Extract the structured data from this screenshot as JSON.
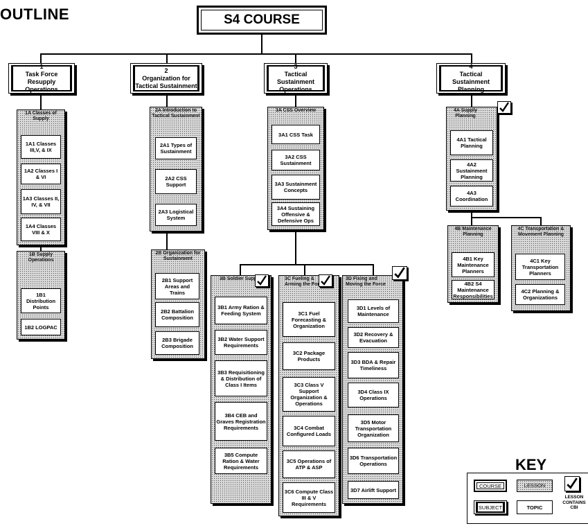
{
  "title": "OUTLINE",
  "course": "S4 COURSE",
  "subjects": [
    {
      "num": "1",
      "name": "Task Force Resupply Operations"
    },
    {
      "num": "2",
      "name": "Organization for Tactical Sustainment"
    },
    {
      "num": "3",
      "name": "Tactical Sustainment Operations"
    },
    {
      "num": "4",
      "name": "Tactical Sustainment Planning"
    }
  ],
  "lessons": {
    "1A": {
      "label": "1A Classes of Supply",
      "topics": [
        "1A1 Classes III,V, & IX",
        "1A2 Classes I & VI",
        "1A3 Classes II, IV, & VII",
        "1A4 Classes VIII & X"
      ]
    },
    "1B": {
      "label": "1B Supply Operations",
      "topics": [
        "1B1 Distribution Points",
        "1B2 LOGPAC"
      ]
    },
    "2A": {
      "label": "2A Introduction to Tactical Sustainment",
      "topics": [
        "2A1 Types of Sustainment",
        "2A2 CSS Support",
        "2A3 Logistical System"
      ]
    },
    "2B": {
      "label": "2B Organization for Sustainment",
      "topics": [
        "2B1 Support Areas and Trains",
        "2B2 Battalion Composition",
        "2B3 Brigade Composition"
      ]
    },
    "3A": {
      "label": "3A CSS Overview",
      "topics": [
        "3A1 CSS Task",
        "3A2 CSS Sustainment",
        "3A3 Sustainment Concepts",
        "3A4 Sustaining Offensive & Defensive Ops"
      ]
    },
    "3B": {
      "label": "3B Soldier Support",
      "topics": [
        "3B1 Army Ration & Feeding System",
        "3B2 Water Support Requirements",
        "3B3 Requisitioning & Distribution of Class I Items",
        "3B4 CEB and Graves Registration Requirements",
        "3B5 Compute Ration & Water Requirements"
      ]
    },
    "3C": {
      "label": "3C Fueling & Arming the Force",
      "topics": [
        "3C1 Fuel Forecasting & Organization",
        "3C2 Package Products",
        "3C3 Class V Support Organization & Operations",
        "3C4 Combat Configured Loads",
        "3C5 Operations of ATP & ASP",
        "3C6 Compute Class III & V Requirements"
      ]
    },
    "3D": {
      "label": "3D Fixing and Moving the Force",
      "topics": [
        "3D1 Levels of Maintenance",
        "3D2 Recovery & Evacuation",
        "3D3 BDA & Repair Timeliness",
        "3D4 Class IX Operations",
        "3D5 Motor Transportation Organization",
        "3D6 Transportation Operations",
        "3D7 Airlift Support"
      ]
    },
    "4A": {
      "label": "4A Supply Planning",
      "topics": [
        "4A1 Tactical Planning",
        "4A2 Sustainment Planning",
        "4A3 Coordination"
      ]
    },
    "4B": {
      "label": "4B Maintenance Planning",
      "topics": [
        "4B1 Key Maintenance Planners",
        "4B2 S4 Maintenance Responsibilities"
      ]
    },
    "4C": {
      "label": "4C Transportation & Movement Planning",
      "topics": [
        "4C1 Key Transportation Planners",
        "4C2 Planning & Organizations"
      ]
    }
  },
  "key": {
    "title": "KEY",
    "course": "COURSE",
    "lesson": "LESSON",
    "subject": "SUBJECT",
    "topic": "TOPIC",
    "check": "LESSON CONTAINS CBI"
  }
}
